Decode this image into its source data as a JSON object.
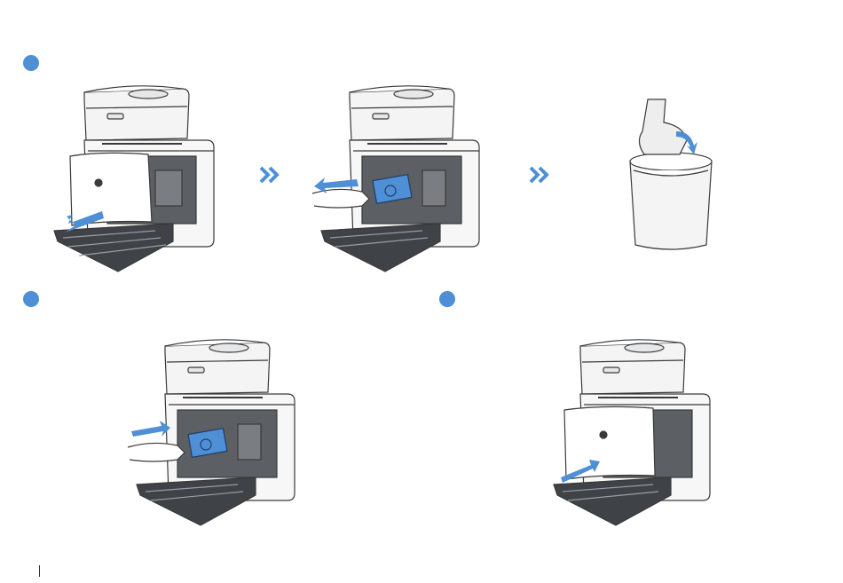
{
  "colors": {
    "accent": "#4e8fd6",
    "line": "#3a3a3a",
    "fill_light": "#ffffff",
    "fill_gray": "#d9dadc",
    "fill_dark": "#5c5f63"
  },
  "steps": [
    {
      "icon": "step-dot-1"
    },
    {
      "icon": "step-dot-2"
    },
    {
      "icon": "step-dot-3"
    }
  ],
  "connectors": [
    "chevron-double-right-icon",
    "chevron-double-right-icon"
  ],
  "illustrations": [
    "base-station-open-door",
    "remove-dust-bag",
    "empty-bag-into-bin",
    "insert-dust-bag",
    "close-door"
  ]
}
